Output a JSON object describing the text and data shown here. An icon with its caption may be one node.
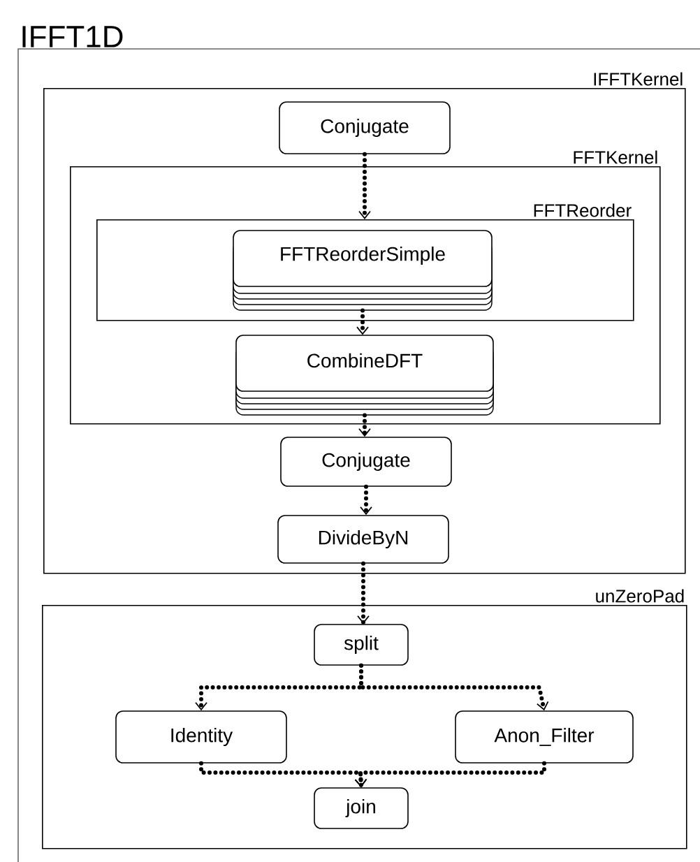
{
  "diagram": {
    "nodes": [
      {
        "text": [
          "IFFT1D"
        ]
      },
      {
        "text": [
          "IFFTKernel"
        ],
        "in": 0
      },
      {
        "text": [
          "Conjugate"
        ],
        "in": 1
      },
      {
        "text": [
          "FFTKernel"
        ],
        "in": 1
      },
      {
        "text": [
          "FFTReorder"
        ],
        "in": 3
      },
      {
        "text": [
          "FFTReorderSimple"
        ],
        "in": 4
      },
      {
        "text": [
          "CombineDFT"
        ],
        "in": 3
      },
      {
        "text": [
          "Conjugate"
        ],
        "in": 1
      },
      {
        "text": [
          "DivideByN"
        ],
        "in": 1
      },
      {
        "text": [
          "unZeroPad"
        ],
        "in": 0
      },
      {
        "text": [
          "split"
        ],
        "in": 9
      },
      {
        "text": [
          "Identity"
        ],
        "in": 9
      },
      {
        "text": [
          "Anon_Filter"
        ],
        "in": 9
      },
      {
        "text": [
          "join"
        ],
        "in": 9
      }
    ],
    "edges": [
      {
        "from": 2,
        "to": 4,
        "arrow": "to",
        "style": "dashed"
      },
      {
        "from": 5,
        "to": 6,
        "arrow": "to",
        "style": "dashed"
      },
      {
        "from": 6,
        "to": 7,
        "arrow": "to",
        "style": "dashed"
      },
      {
        "from": 7,
        "to": 8,
        "arrow": "to",
        "style": "dashed"
      },
      {
        "from": 8,
        "to": 10,
        "arrow": "to",
        "style": "dashed"
      },
      {
        "from": 10,
        "to": 11,
        "arrow": "to",
        "style": "dashed"
      },
      {
        "from": 10,
        "to": 12,
        "arrow": "to",
        "style": "dashed"
      },
      {
        "from": 11,
        "to": 13,
        "arrow": "to",
        "style": "dashed"
      },
      {
        "from": 12,
        "to": 13,
        "arrow": "to",
        "style": "dashed"
      }
    ]
  }
}
